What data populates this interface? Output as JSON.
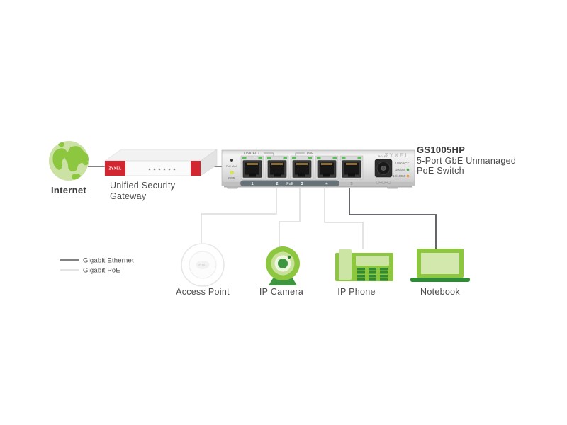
{
  "internet": {
    "label": "Internet"
  },
  "gateway": {
    "brand": "ZYXEL",
    "name_line1": "Unified Security",
    "name_line2": "Gateway"
  },
  "switch": {
    "brand": "ZYXEL",
    "model": "GS1005HP",
    "desc_line1": "5-Port GbE Unmanaged",
    "desc_line2": "PoE Switch",
    "front_labels": {
      "link_act": "LINK/ACT",
      "poe": "PoE",
      "poe_max": "PoE MAX",
      "pwr": "PWR",
      "power_input": "54V DC",
      "led_link_act": "LINK/ACT",
      "led_1000m": "1000M",
      "led_10_100m": "10/100M",
      "poe_band": "PoE"
    },
    "ports": [
      "1",
      "2",
      "3",
      "4",
      "5"
    ]
  },
  "legend": {
    "items": [
      {
        "label": "Gigabit Ethernet",
        "color": "#58595b"
      },
      {
        "label": "Gigabit PoE",
        "color": "#dadada"
      }
    ]
  },
  "devices": [
    {
      "id": "access-point",
      "label": "Access Point",
      "brand": "ZYXEL"
    },
    {
      "id": "ip-camera",
      "label": "IP Camera"
    },
    {
      "id": "ip-phone",
      "label": "IP Phone"
    },
    {
      "id": "notebook",
      "label": "Notebook"
    }
  ],
  "colors": {
    "zyxel_green": "#8dc63f",
    "dark_green": "#3e9641",
    "light_green": "#cde5a4",
    "pale_green": "#e9f3d6",
    "gateway_red": "#d22630",
    "ethernet_line": "#58595b",
    "poe_line": "#dcdcdc",
    "text": "#4a4a4a"
  }
}
